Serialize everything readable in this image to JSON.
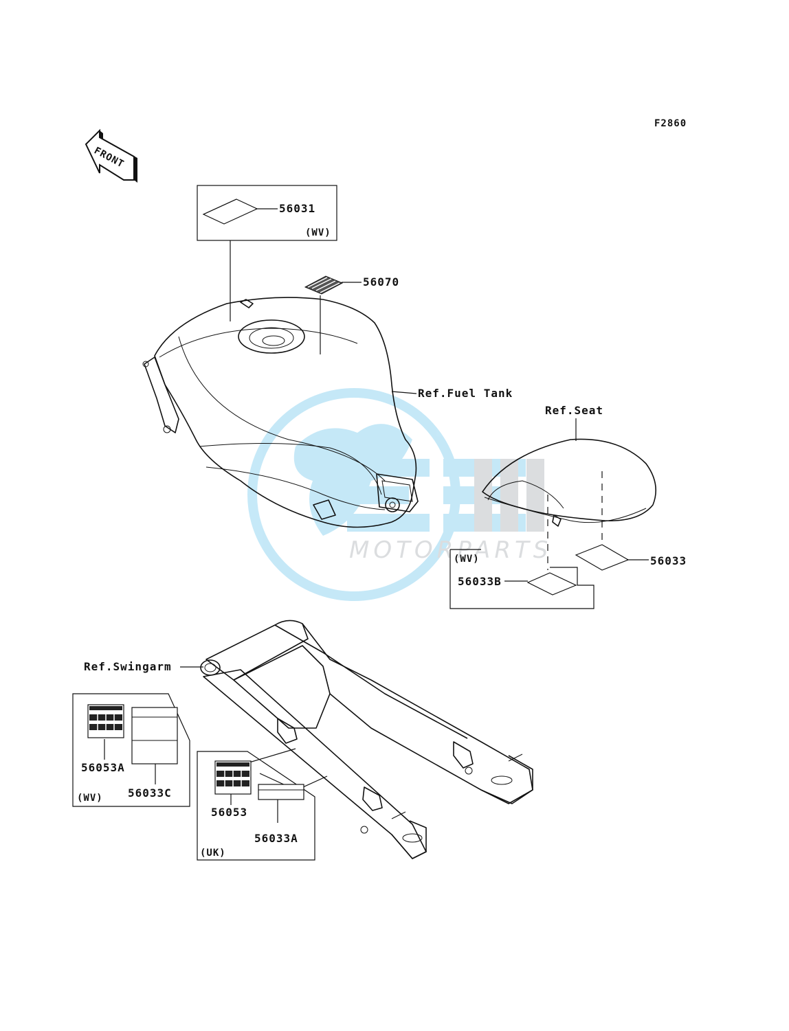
{
  "figure_code": "F2860",
  "front_badge": "FRONT",
  "watermark": {
    "text": "MOTORPARTS",
    "color": "#5bc0eb"
  },
  "labels": {
    "p56031": "56031",
    "wv_top": "(WV)",
    "p56070": "56070",
    "ref_fuel_tank": "Ref.Fuel Tank",
    "ref_seat": "Ref.Seat",
    "p56033": "56033",
    "wv_seat": "(WV)",
    "p56033B": "56033B",
    "ref_swingarm": "Ref.Swingarm",
    "p56053A": "56053A",
    "p56033C": "56033C",
    "wv_left": "(WV)",
    "p56053": "56053",
    "p56033A": "56033A",
    "uk": "(UK)"
  }
}
